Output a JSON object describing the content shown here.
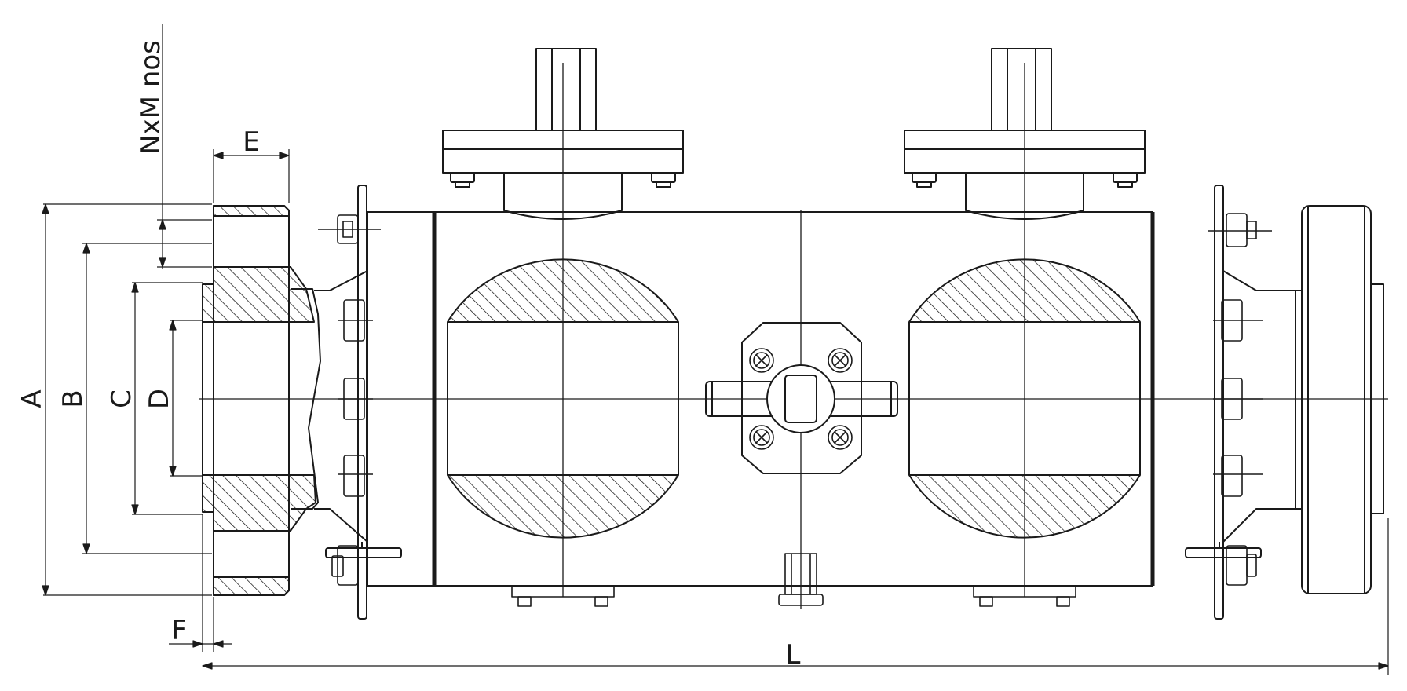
{
  "labels": {
    "A": "A",
    "B": "B",
    "C": "C",
    "D": "D",
    "E": "E",
    "F": "F",
    "L": "L",
    "bolts": "NxM nos"
  },
  "colors": {
    "line": "#1a1a1a",
    "background": "#ffffff"
  }
}
